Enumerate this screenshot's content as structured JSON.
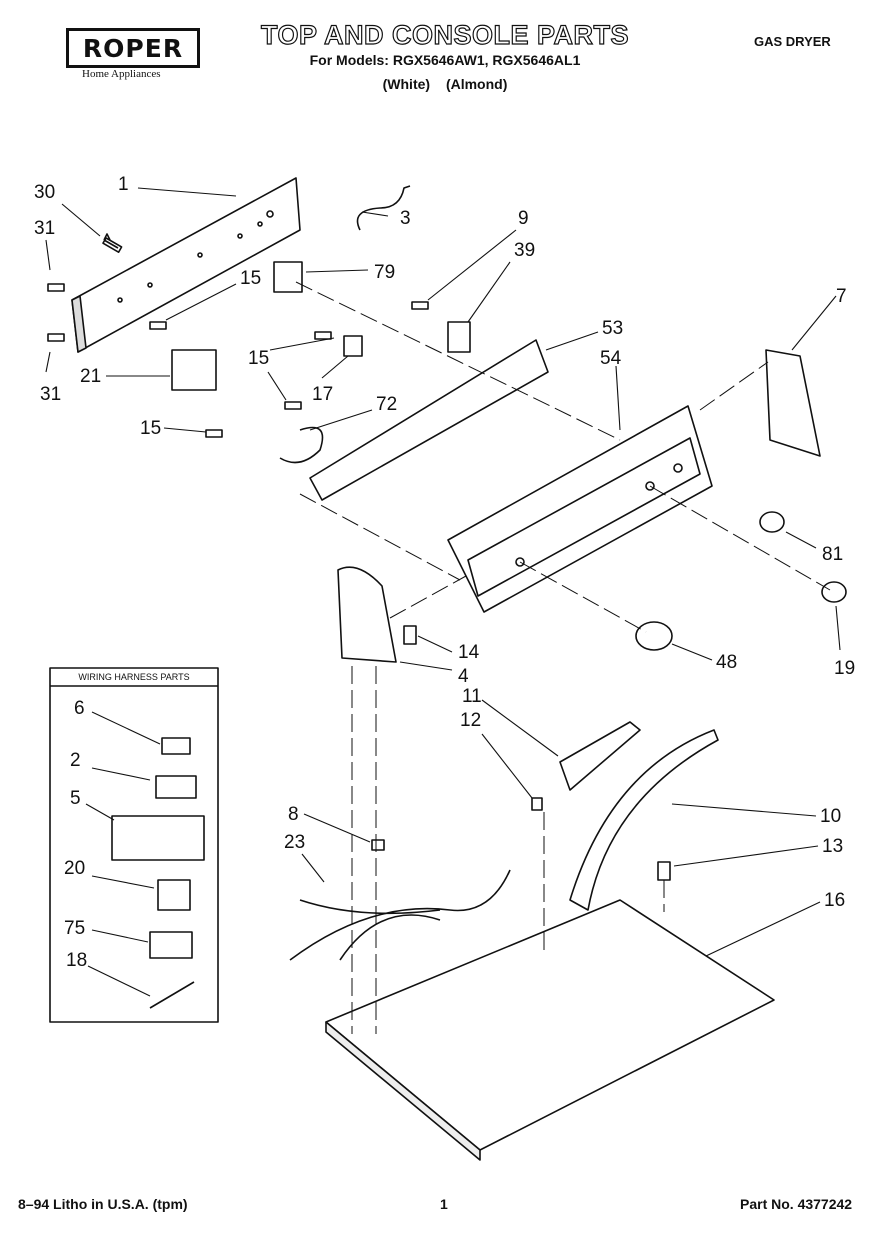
{
  "header": {
    "brand": "ROPER",
    "brand_sub": "Home Appliances",
    "title": "TOP AND CONSOLE PARTS",
    "models": "For Models: RGX5646AW1, RGX5646AL1",
    "colors": "(White)   (Almond)",
    "product": "GAS DRYER"
  },
  "wiring_box": {
    "title": "WIRING HARNESS PARTS"
  },
  "callouts": [
    "1",
    "30",
    "31",
    "3",
    "9",
    "39",
    "79",
    "15",
    "31",
    "21",
    "15",
    "17",
    "72",
    "15",
    "53",
    "54",
    "7",
    "81",
    "19",
    "48",
    "14",
    "4",
    "11",
    "12",
    "6",
    "2",
    "5",
    "20",
    "75",
    "18",
    "8",
    "23",
    "10",
    "13",
    "16"
  ],
  "footer": {
    "left": "8–94 Litho in U.S.A. (tpm)",
    "page": "1",
    "part_no": "Part No. 4377242"
  }
}
